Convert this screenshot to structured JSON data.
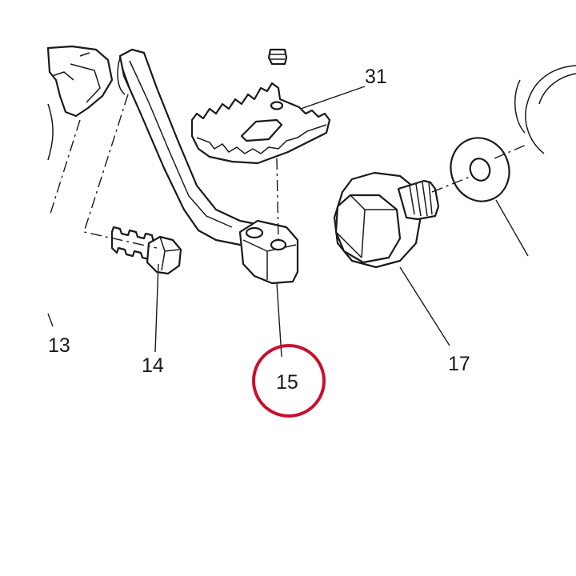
{
  "diagram": {
    "callouts": {
      "part_13": "13",
      "part_14": "14",
      "part_15": "15",
      "part_17": "17",
      "part_31": "31"
    },
    "highlight": {
      "target": "15",
      "color": "#c8102e"
    },
    "line_color": "#1a1a1a",
    "background": "#ffffff"
  }
}
